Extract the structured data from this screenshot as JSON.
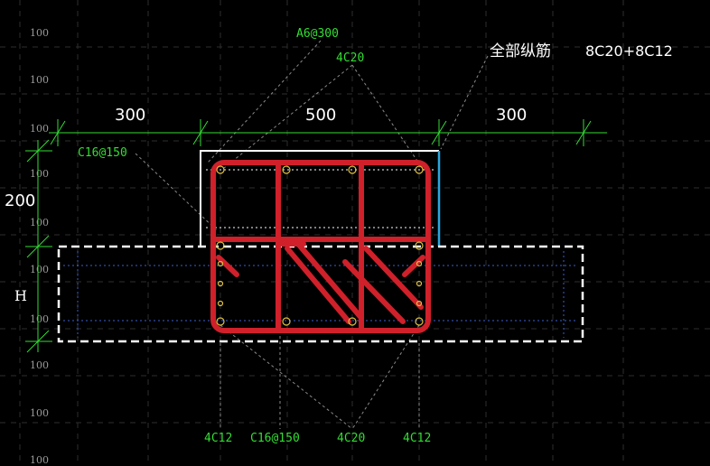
{
  "grid": {
    "row_labels": [
      "100",
      "100",
      "100",
      "100",
      "100",
      "100",
      "100",
      "100",
      "100",
      "100"
    ]
  },
  "dimensions": {
    "left": "300",
    "middle": "500",
    "right": "300",
    "height_top": "200",
    "height_bottom": "H"
  },
  "labels": {
    "a6": "A6@300",
    "c20_top": "4C20",
    "all_longitudinal": "全部纵筋",
    "all_longitudinal_value": "8C20+8C12",
    "c16_left": "C16@150",
    "c12_left": "4C12",
    "c16_bottom": "C16@150",
    "c20_bottom": "4C20",
    "c12_right": "4C12"
  },
  "colors": {
    "background": "#000000",
    "grid": "#2e2e2e",
    "dimension": "#33dd33",
    "rebar": "#d0202a",
    "bar_dot": "#e0c040",
    "outline": "#ffffff",
    "blue_edge": "#29a8e0",
    "leader": "#8a8a8a",
    "text_green": "#33dd33",
    "text_white": "#ffffff"
  }
}
